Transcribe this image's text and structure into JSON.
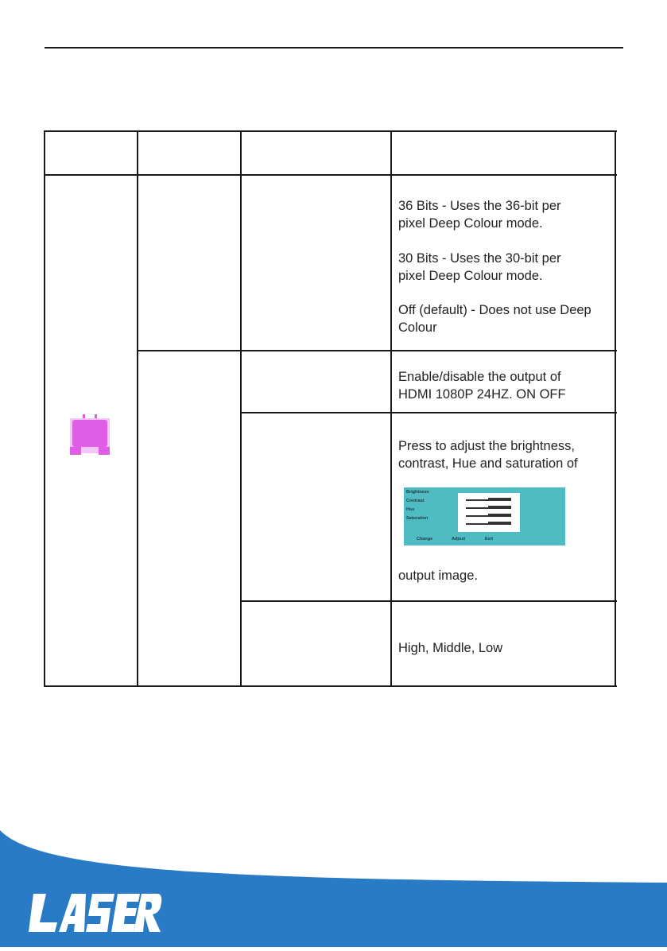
{
  "rows": {
    "deep_colour": {
      "lines": [
        "36 Bits - Uses the 36-bit per",
        "pixel Deep Colour mode.",
        "30 Bits - Uses the 30-bit per",
        "pixel Deep Colour mode.",
        "Off (default) - Does not use Deep",
        "Colour"
      ]
    },
    "hdmi_24hz": {
      "lines": [
        "Enable/disable the output of",
        "HDMI 1080P 24HZ. ON OFF"
      ]
    },
    "image_settings": {
      "lines": [
        "Press to adjust the brightness,",
        "contrast, Hue and saturation of"
      ],
      "tail": "output image.",
      "osd": {
        "labels": [
          "Brightness",
          "Contrast",
          "Hue",
          "Saturation"
        ],
        "footer": [
          "Change",
          "Adjust",
          "Exit"
        ],
        "colors": {
          "panel": "#4fbcc3",
          "box": "#ffffff",
          "bar": "#333333"
        }
      }
    },
    "level": {
      "text": "High, Middle, Low"
    }
  },
  "icon": {
    "name": "display-setup-icon",
    "color": "#e05de6"
  },
  "brand": {
    "logo_text": "LASER",
    "colors": {
      "footer": "#2a7bc6",
      "logo": "#ffffff"
    }
  }
}
